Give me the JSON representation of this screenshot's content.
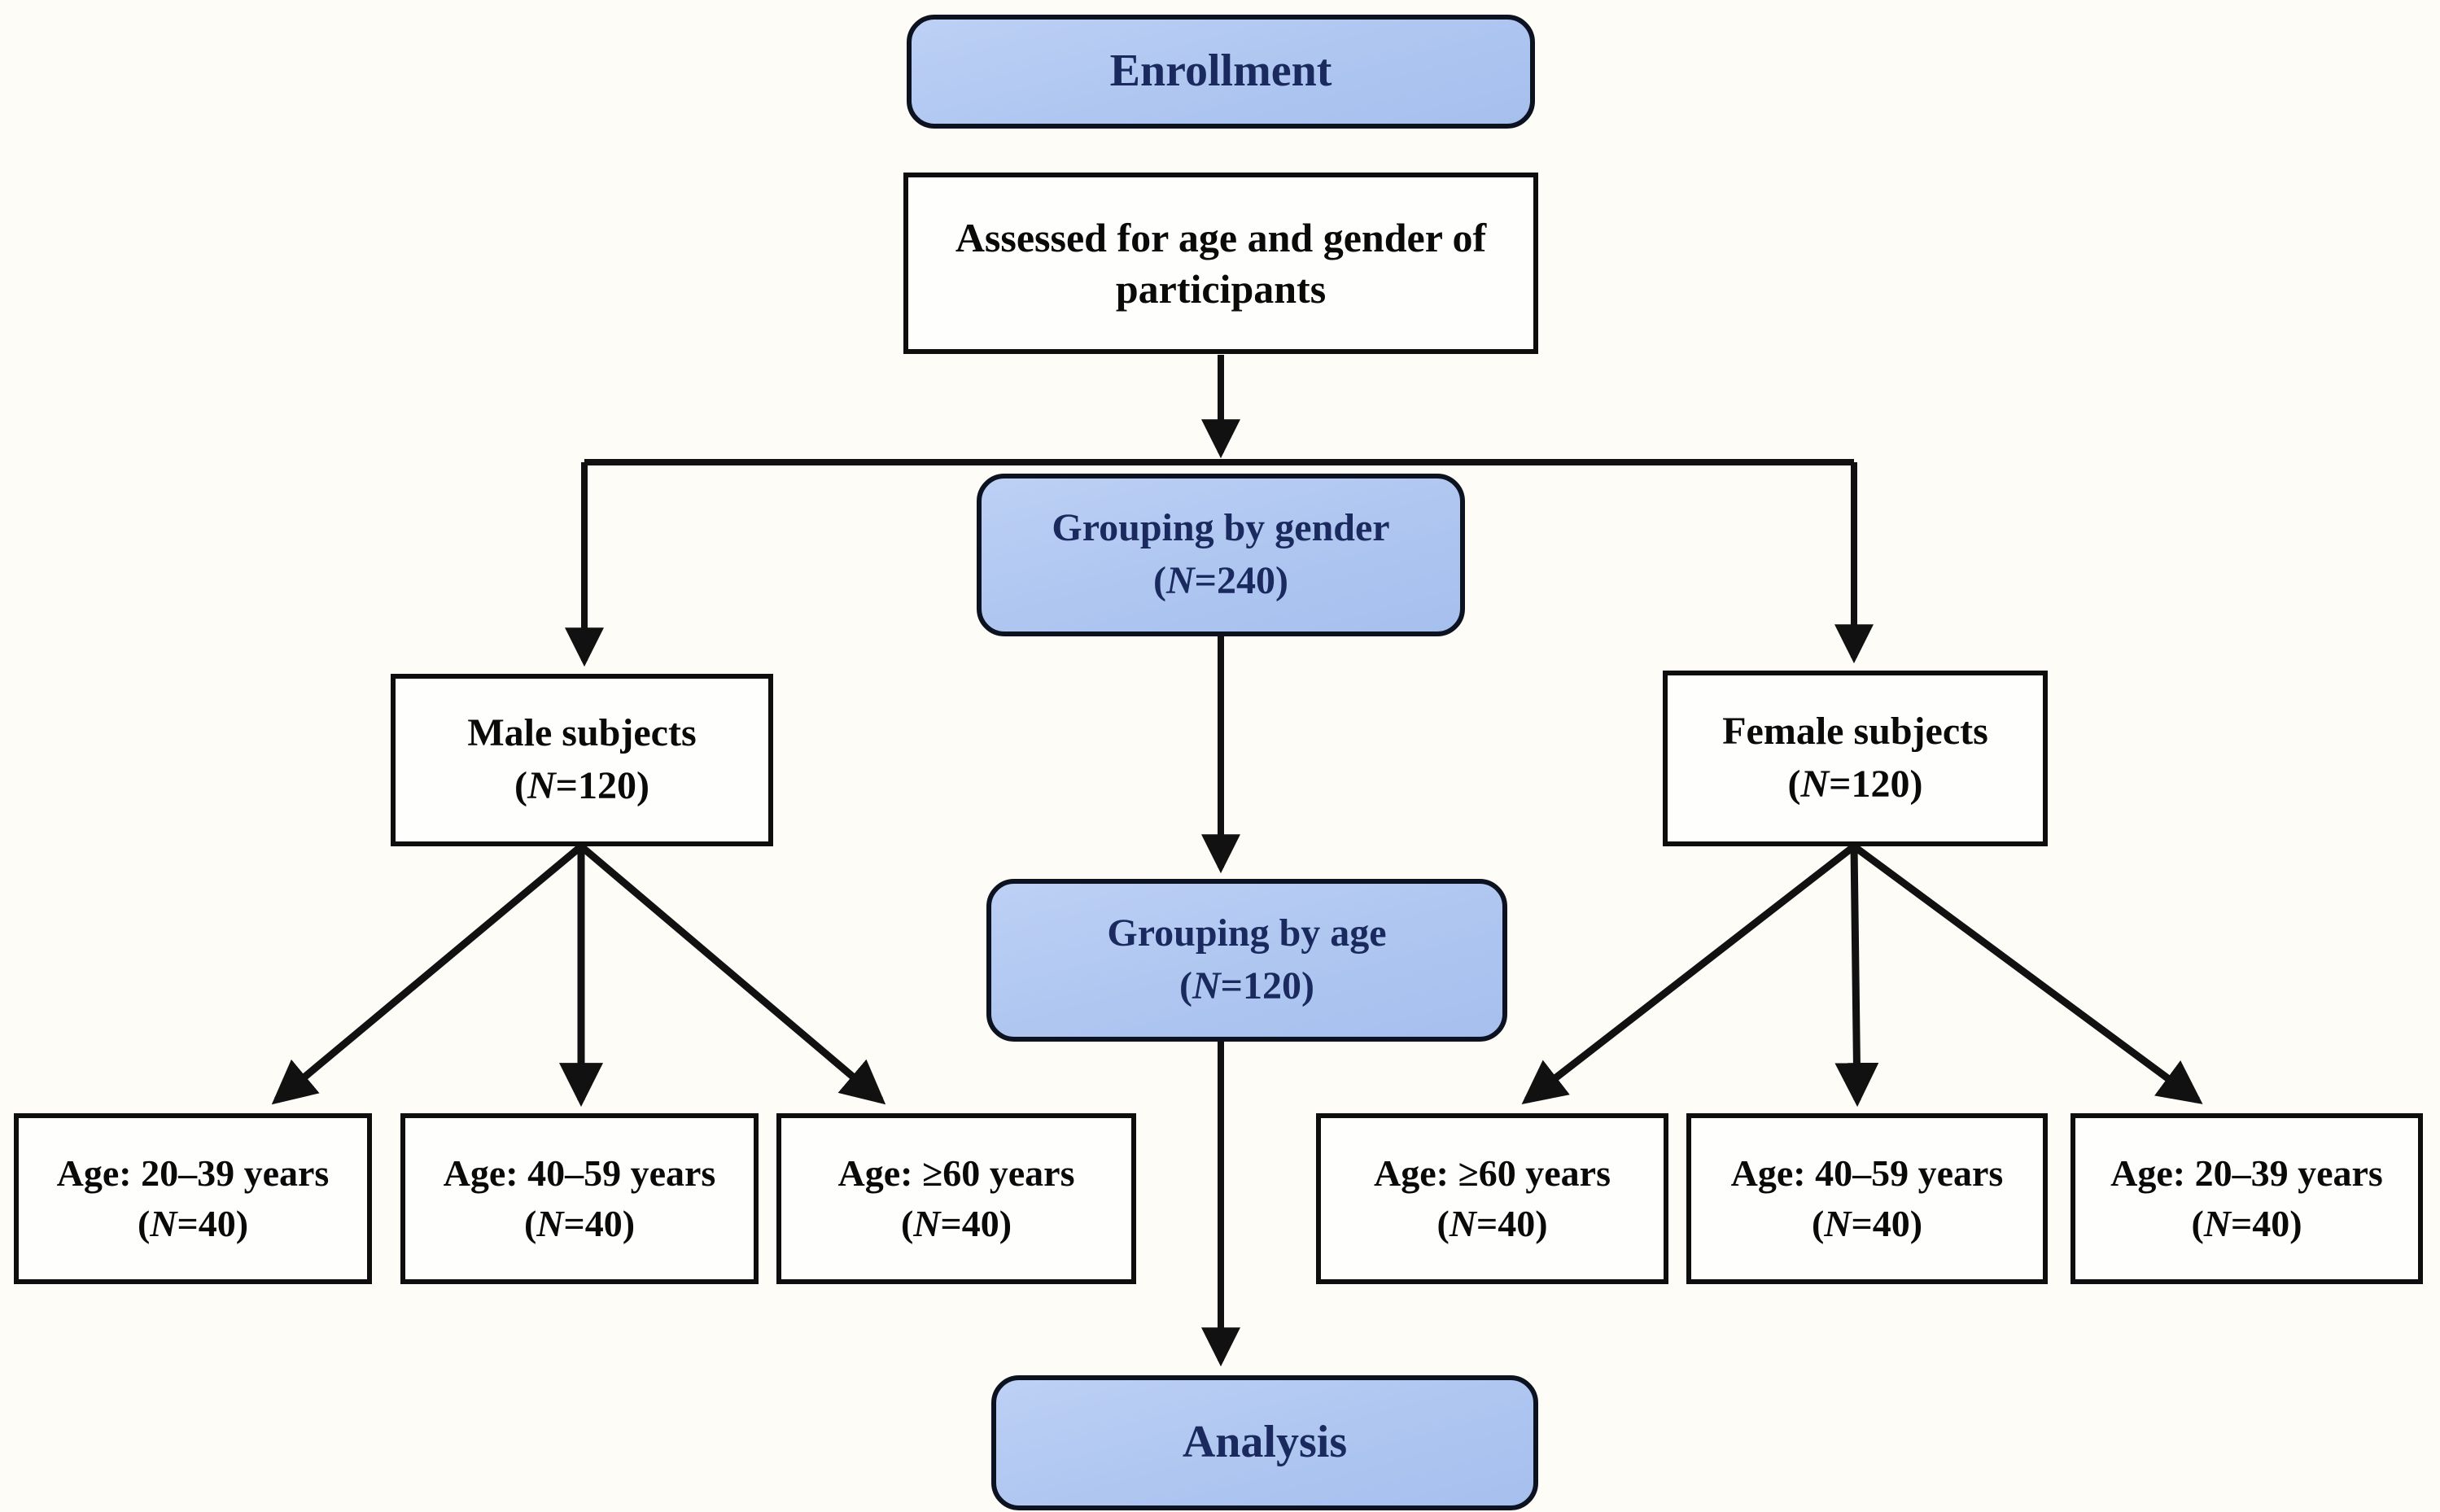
{
  "figure": {
    "type": "flowchart",
    "colors": {
      "background": "#fdfcf6",
      "blue_node_fill": "#aec6f0",
      "blue_node_border": "#0c1220",
      "blue_node_text": "#1b2a5e",
      "white_node_fill": "#fefefc",
      "white_node_border": "#0e0e0e",
      "white_node_text": "#0a0a0a",
      "connector": "#111111"
    },
    "nodes": {
      "enrollment": {
        "label": "Enrollment"
      },
      "assessed": {
        "line1": "Assessed for age and gender of",
        "line2": "participants"
      },
      "grouping_gender": {
        "title": "Grouping by gender",
        "n_prefix": "(",
        "n_italic": "N",
        "n_suffix": "=240)"
      },
      "male_subjects": {
        "title": "Male subjects",
        "n_prefix": "(",
        "n_italic": "N",
        "n_suffix": "=120)"
      },
      "female_subjects": {
        "title": "Female subjects",
        "n_prefix": "(",
        "n_italic": "N",
        "n_suffix": "=120)"
      },
      "grouping_age": {
        "title": "Grouping by age",
        "n_prefix": "(",
        "n_italic": "N",
        "n_suffix": "=120)"
      },
      "male_age_20_39": {
        "title": "Age: 20–39 years",
        "n_prefix": "(",
        "n_italic": "N",
        "n_suffix": "=40)"
      },
      "male_age_40_59": {
        "title": "Age: 40–59 years",
        "n_prefix": "(",
        "n_italic": "N",
        "n_suffix": "=40)"
      },
      "male_age_60_plus": {
        "title": "Age: ≥60 years",
        "n_prefix": "(",
        "n_italic": "N",
        "n_suffix": "=40)"
      },
      "female_age_60_plus": {
        "title": "Age: ≥60 years",
        "n_prefix": "(",
        "n_italic": "N",
        "n_suffix": "=40)"
      },
      "female_age_40_59": {
        "title": "Age: 40–59 years",
        "n_prefix": "(",
        "n_italic": "N",
        "n_suffix": "=40)"
      },
      "female_age_20_39": {
        "title": "Age: 20–39 years",
        "n_prefix": "(",
        "n_italic": "N",
        "n_suffix": "=40)"
      },
      "analysis": {
        "label": "Analysis"
      }
    },
    "edges": [
      {
        "from": "assessed",
        "to": "grouping_gender"
      },
      {
        "from": "assessed",
        "to": "male_subjects"
      },
      {
        "from": "assessed",
        "to": "female_subjects"
      },
      {
        "from": "grouping_gender",
        "to": "grouping_age"
      },
      {
        "from": "grouping_age",
        "to": "analysis"
      },
      {
        "from": "male_subjects",
        "to": "male_age_20_39"
      },
      {
        "from": "male_subjects",
        "to": "male_age_40_59"
      },
      {
        "from": "male_subjects",
        "to": "male_age_60_plus"
      },
      {
        "from": "female_subjects",
        "to": "female_age_60_plus"
      },
      {
        "from": "female_subjects",
        "to": "female_age_40_59"
      },
      {
        "from": "female_subjects",
        "to": "female_age_20_39"
      }
    ]
  }
}
